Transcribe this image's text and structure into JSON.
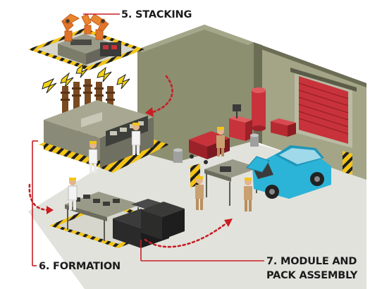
{
  "labels": {
    "stacking": "5. STACKING",
    "formation": "6. FORMATION",
    "module_line1": "7. MODULE AND",
    "module_line2": "PACK ASSEMBLY"
  },
  "colors": {
    "hazard_yellow": "#f3c417",
    "hazard_black": "#1f1f1f",
    "flow_arrow": "#c81e24",
    "wall": "#8d8f71",
    "wall_dark": "#6b6d55",
    "floor": "#dcdcd6",
    "car": "#2bb4d8",
    "machine": "#8a8a78",
    "robot": "#e0742a",
    "garage_door": "#c8323a"
  },
  "icons": [
    "robot-arm-icon",
    "lightning-bolt-icon",
    "worker-icon",
    "car-icon",
    "garage-door-icon",
    "cart-icon",
    "trash-bin-icon"
  ]
}
